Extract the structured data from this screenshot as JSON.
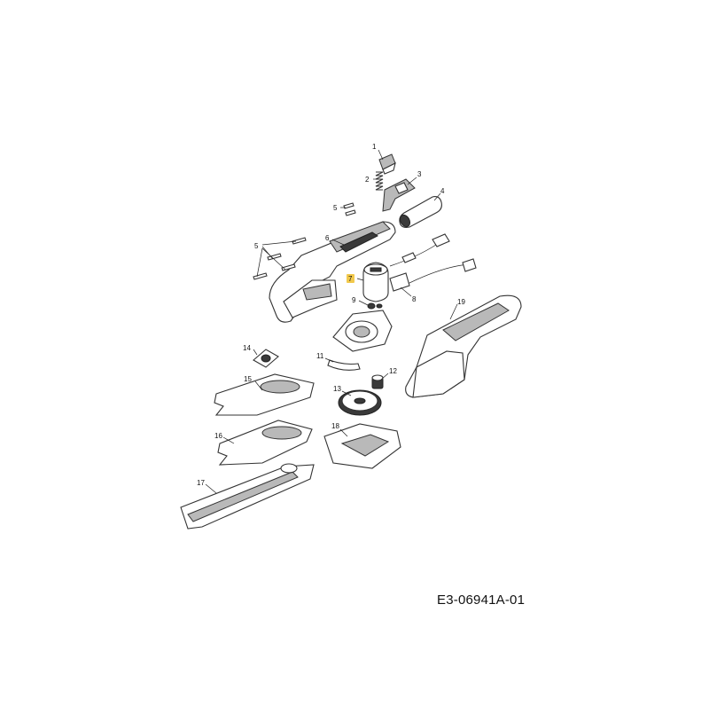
{
  "diagram": {
    "drawing_code": "E3-06941A-01",
    "highlight_color": "#f2c94c",
    "callouts": [
      {
        "id": "c1",
        "label": "1"
      },
      {
        "id": "c2",
        "label": "2"
      },
      {
        "id": "c3",
        "label": "3"
      },
      {
        "id": "c4",
        "label": "4"
      },
      {
        "id": "c5a",
        "label": "5"
      },
      {
        "id": "c5b",
        "label": "5"
      },
      {
        "id": "c6",
        "label": "6"
      },
      {
        "id": "c7",
        "label": "7",
        "highlighted": true
      },
      {
        "id": "c8",
        "label": "8"
      },
      {
        "id": "c9",
        "label": "9"
      },
      {
        "id": "c11",
        "label": "11"
      },
      {
        "id": "c12",
        "label": "12"
      },
      {
        "id": "c13",
        "label": "13"
      },
      {
        "id": "c14",
        "label": "14"
      },
      {
        "id": "c15",
        "label": "15"
      },
      {
        "id": "c16",
        "label": "16"
      },
      {
        "id": "c17",
        "label": "17"
      },
      {
        "id": "c18",
        "label": "18"
      },
      {
        "id": "c19",
        "label": "19"
      }
    ]
  }
}
